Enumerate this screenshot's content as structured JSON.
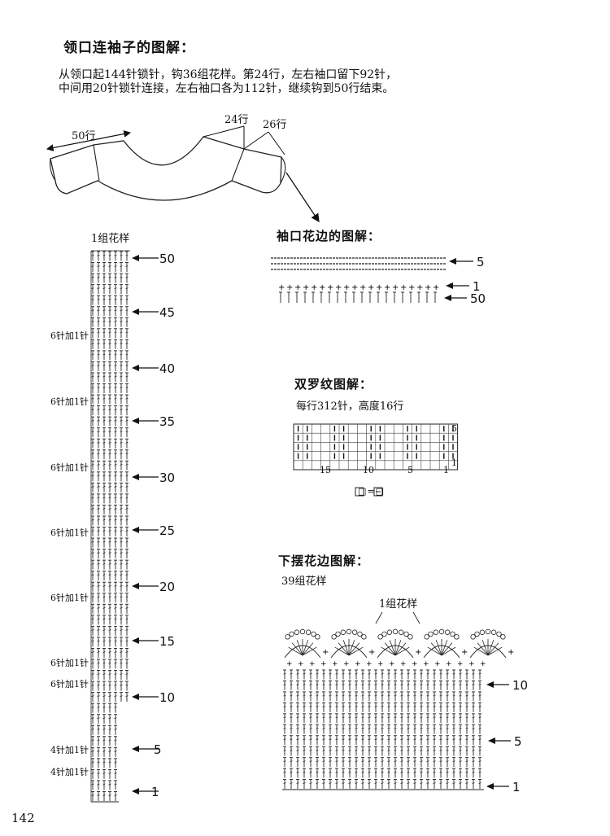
{
  "collar_section": {
    "title": "领口连袖子的图解：",
    "description_line1": "从领口起144针锁针，钩36组花样。第24行，左右袖口留下92针，",
    "description_line2": "中间用20针锁针连接，左右袖口各为112针，继续钩到50行结束。",
    "label_50": "50行",
    "label_24": "24行",
    "label_26": "26行"
  },
  "yoke_chart": {
    "title": "1组花样",
    "row_markers": [
      "50",
      "45",
      "40",
      "35",
      "30",
      "25",
      "20",
      "15",
      "10",
      "5",
      "1"
    ],
    "increase_labels": [
      "6针加1针",
      "6针加1针",
      "6针加1针",
      "6针加1针",
      "6针加1针",
      "6针加1针",
      "6针加1针",
      "4针加1针",
      "4针加1针"
    ]
  },
  "cuff_section": {
    "title": "袖口花边的图解：",
    "row_markers": [
      "5",
      "1",
      "50"
    ]
  },
  "rib_section": {
    "title": "双罗纹图解：",
    "subtitle": "每行312针，高度16行",
    "grid_labels": [
      "15",
      "10",
      "5",
      "1"
    ],
    "grid_row_labels": [
      "5",
      "1"
    ],
    "legend": "□=□"
  },
  "hem_section": {
    "title": "下摆花边图解：",
    "subtitle": "39组花样",
    "group_label": "1组花样",
    "row_markers": [
      "10",
      "5",
      "1"
    ]
  },
  "page_number": "142"
}
